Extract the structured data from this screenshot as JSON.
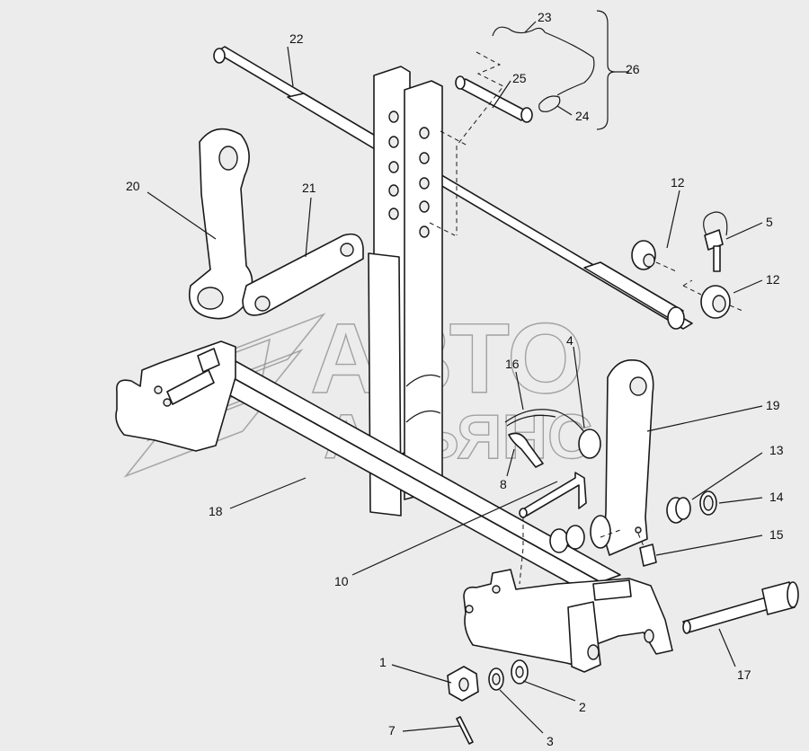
{
  "watermark": {
    "line1": "АВТО",
    "line2": "АЛЬЯНС",
    "color": "#8a8a8a"
  },
  "callouts": {
    "c1": "1",
    "c2": "2",
    "c3": "3",
    "c4": "4",
    "c5": "5",
    "c7": "7",
    "c8": "8",
    "c10": "10",
    "c12a": "12",
    "c12b": "12",
    "c13": "13",
    "c14": "14",
    "c15": "15",
    "c16": "16",
    "c17": "17",
    "c18": "18",
    "c19": "19",
    "c20": "20",
    "c21": "21",
    "c22": "22",
    "c23": "23",
    "c24": "24",
    "c25": "25",
    "c26": "26"
  },
  "colors": {
    "background": "#ececec",
    "line": "#1a1a1a",
    "part_fill": "#ffffff"
  }
}
